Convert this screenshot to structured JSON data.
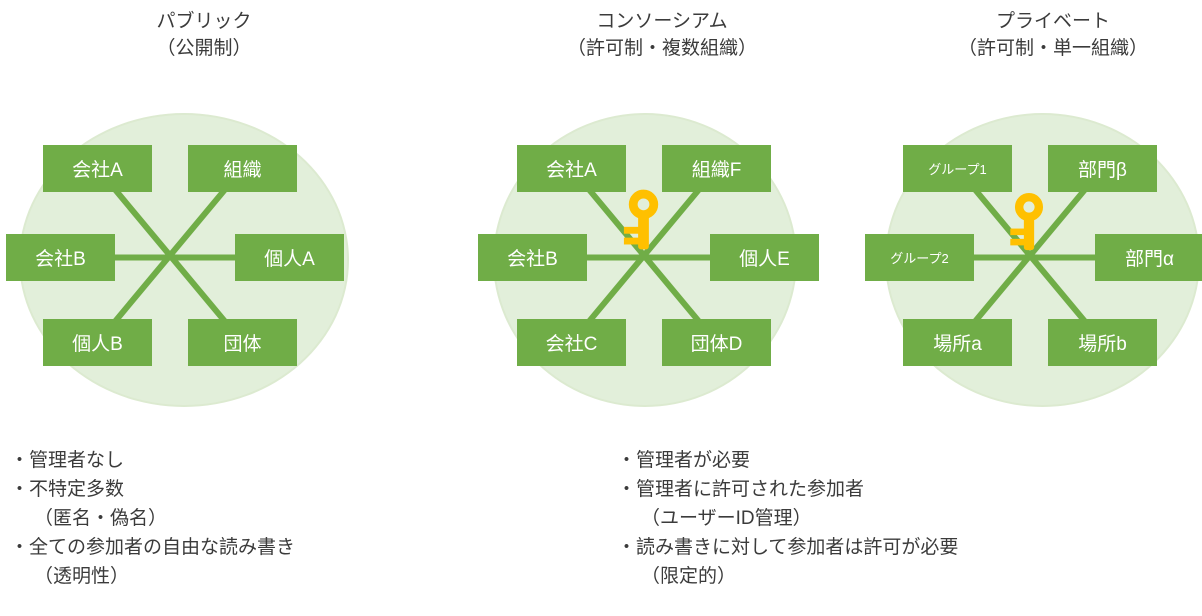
{
  "colors": {
    "node_green": "#70ad47",
    "circle_light_green": "#e2efda",
    "line_green": "#70ad47",
    "key_gold": "#ffc000",
    "text_dark": "#3b3b3b",
    "node_text": "#ffffff"
  },
  "networks": [
    {
      "title_line1": "パブリック",
      "title_line2": "（公開制）",
      "nodes": [
        "会社A",
        "組織",
        "会社B",
        "個人A",
        "個人B",
        "団体"
      ],
      "key_icon": false
    },
    {
      "title_line1": "コンソーシアム",
      "title_line2": "（許可制・複数組織）",
      "nodes": [
        "会社A",
        "組織F",
        "会社B",
        "個人E",
        "会社C",
        "団体D"
      ],
      "key_icon": true
    },
    {
      "title_line1": "プライベート",
      "title_line2": "（許可制・単一組織）",
      "nodes": [
        "グループ1",
        "部門β",
        "グループ2",
        "部門α",
        "場所a",
        "場所b"
      ],
      "key_icon": true
    }
  ],
  "notes_public": [
    "・管理者なし",
    "・不特定多数",
    "（匿名・偽名）",
    "・全ての参加者の自由な読み書き",
    "（透明性）"
  ],
  "notes_permissioned": [
    "・管理者が必要",
    "・管理者に許可された参加者",
    "（ユーザーID管理）",
    "・読み書きに対して参加者は許可が必要",
    "（限定的）"
  ]
}
